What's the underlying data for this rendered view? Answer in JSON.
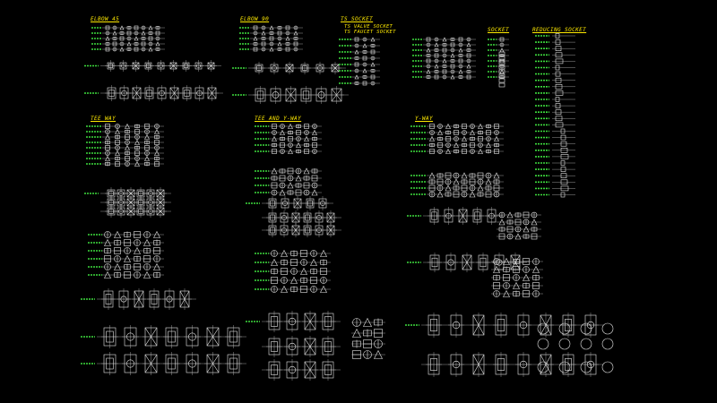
{
  "titles": {
    "elbow45": "ELBOW 45",
    "elbow90": "ELBOW 90",
    "ts_socket": "TS SOCKET",
    "ts_valve_socket": "TS VALVE SOCKET",
    "ts_faucet_socket": "TS FAUCET SOCKET",
    "socket": "SOCKET",
    "reducing_socket": "REDUCING SOCKET",
    "tee_way": "TEE WAY",
    "tee_and_y_way": "TEE AND Y-WAY",
    "y_way": "Y-WAY"
  },
  "colors": {
    "background": "#000000",
    "title": "#ffea00",
    "dimension_label": "#3ddc3d",
    "drawing": "#e8e8e8",
    "leader": "#bdbdbd"
  }
}
